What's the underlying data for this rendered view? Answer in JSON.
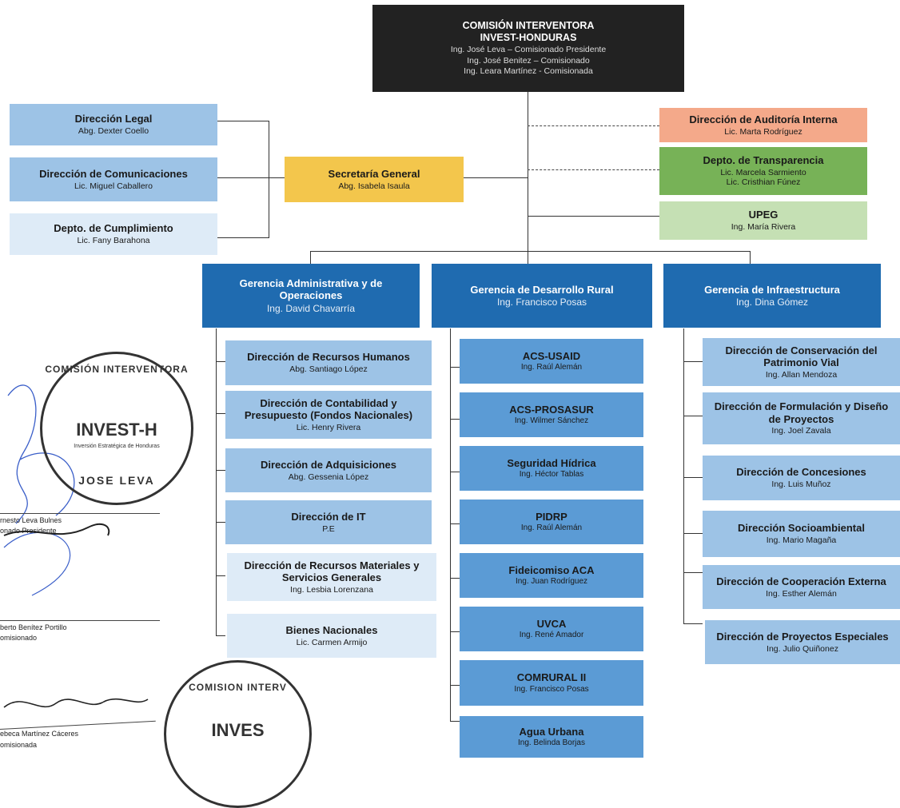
{
  "top": {
    "title1": "COMISIÓN INTERVENTORA",
    "title2": "INVEST-HONDURAS",
    "line1": "Ing. José Leva – Comisionado Presidente",
    "line2": "Ing. José Benitez – Comisionado",
    "line3": "Ing. Leara Martínez - Comisionada"
  },
  "left": [
    {
      "title": "Dirección Legal",
      "name": "Abg. Dexter Coello"
    },
    {
      "title": "Dirección de Comunicaciones",
      "name": "Lic. Miguel Caballero"
    },
    {
      "title": "Depto. de Cumplimiento",
      "name": "Lic. Fany Barahona"
    }
  ],
  "secretaria": {
    "title": "Secretaría General",
    "name": "Abg. Isabela Isaula"
  },
  "right": [
    {
      "title": "Dirección de Auditoría Interna",
      "name": "Lic. Marta Rodríguez"
    },
    {
      "title": "Depto. de Transparencia",
      "name": "Lic. Marcela Sarmiento",
      "name2": "Lic. Cristhian Fúnez"
    },
    {
      "title": "UPEG",
      "name": "Ing. María Rivera"
    }
  ],
  "gerencias": [
    {
      "title1": "Gerencia Administrativa y de",
      "title2": "Operaciones",
      "name": "Ing. David Chavarría"
    },
    {
      "title1": "Gerencia de Desarrollo Rural",
      "name": "Ing. Francisco Posas"
    },
    {
      "title1": "Gerencia de Infraestructura",
      "name": "Ing. Dina Gómez"
    }
  ],
  "admin": [
    {
      "title": "Dirección de Recursos Humanos",
      "name": "Abg. Santiago López"
    },
    {
      "title1": "Dirección de Contabilidad y",
      "title2": "Presupuesto (Fondos Nacionales)",
      "name": "Lic. Henry Rivera"
    },
    {
      "title": "Dirección de Adquisiciones",
      "name": "Abg. Gessenia López"
    },
    {
      "title": "Dirección de IT",
      "name": "P.E"
    },
    {
      "title1": "Dirección de Recursos Materiales y",
      "title2": "Servicios Generales",
      "name": "Ing. Lesbia Lorenzana"
    },
    {
      "title": "Bienes Nacionales",
      "name": "Lic. Carmen Armijo"
    }
  ],
  "rural": [
    {
      "title": "ACS-USAID",
      "name": "Ing. Raúl Alemán"
    },
    {
      "title": "ACS-PROSASUR",
      "name": "Ing. Wilmer Sánchez"
    },
    {
      "title": "Seguridad Hídrica",
      "name": "Ing. Héctor Tablas"
    },
    {
      "title": "PIDRP",
      "name": "Ing. Raúl Alemán"
    },
    {
      "title": "Fideicomiso ACA",
      "name": "Ing. Juan Rodríguez"
    },
    {
      "title": "UVCA",
      "name": "Ing. René Amador"
    },
    {
      "title": "COMRURAL II",
      "name": "Ing. Francisco Posas"
    },
    {
      "title": "Agua Urbana",
      "name": "Ing. Belinda Borjas"
    }
  ],
  "infra": [
    {
      "title1": "Dirección de Conservación del",
      "title2": "Patrimonio Vial",
      "name": "Ing. Allan Mendoza"
    },
    {
      "title1": "Dirección de Formulación y Diseño",
      "title2": "de Proyectos",
      "name": "Ing. Joel Zavala"
    },
    {
      "title": "Dirección de Concesiones",
      "name": "Ing. Luis Muñoz"
    },
    {
      "title": "Dirección Socioambiental",
      "name": "Ing. Mario Magaña"
    },
    {
      "title": "Dirección de Cooperación Externa",
      "name": "Ing. Esther Alemán"
    },
    {
      "title": "Dirección de Proyectos Especiales",
      "name": "Ing. Julio Quiñonez"
    }
  ],
  "signatures": {
    "sig1a": "rnesto Leva Bulnes",
    "sig1b": "onado Presidente",
    "sig2a": "berto Benítez Portillo",
    "sig2b": "omisionado",
    "sig3a": "ebeca Martínez Cáceres",
    "sig3b": "omisionada"
  },
  "stamp1": {
    "ring_top": "COMISIÓN INTERVENTORA",
    "logo": "INVEST-H",
    "tag": "Inversión Estratégica de Honduras",
    "bottom": "JOSE LEVA"
  },
  "stamp2": {
    "ring_top": "COMISION INTERV",
    "logo": "INVES"
  }
}
